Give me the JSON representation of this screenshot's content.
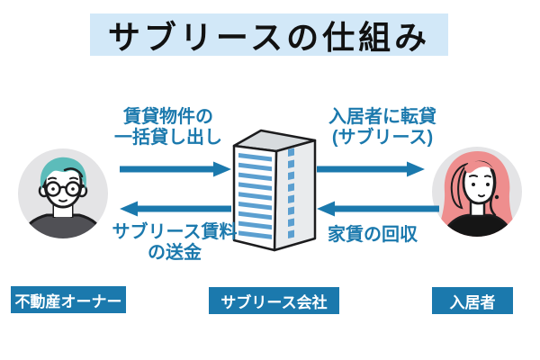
{
  "title": "サブリースの仕組み",
  "flows": {
    "lease_out": {
      "line1": "賃貸物件の",
      "line2": "一括貸し出し",
      "direction": "owner→company"
    },
    "sublease": {
      "line1": "入居者に転貸",
      "line2": "(サブリース)",
      "direction": "company→tenant"
    },
    "remit": {
      "line1": "サブリース賃料",
      "line2": "の送金",
      "direction": "company→owner"
    },
    "collect": {
      "line1": "家賃の回収",
      "direction": "tenant→company"
    }
  },
  "entities": {
    "owner": {
      "label": "不動産オーナー",
      "icon": "man-avatar"
    },
    "company": {
      "label": "サブリース会社",
      "icon": "office-building-icon"
    },
    "tenant": {
      "label": "入居者",
      "icon": "woman-avatar"
    }
  },
  "colors": {
    "accent_blue": "#1b79ad",
    "banner_bg": "#d2e8f8",
    "window_blue": "#5b9fd0",
    "avatar_bg": "#e4e4e6",
    "owner_hair_teal": "#5cbcba",
    "tenant_hair_pink": "#ee8e8e",
    "owner_shirt": "#505055",
    "tenant_shirt": "#151515"
  }
}
